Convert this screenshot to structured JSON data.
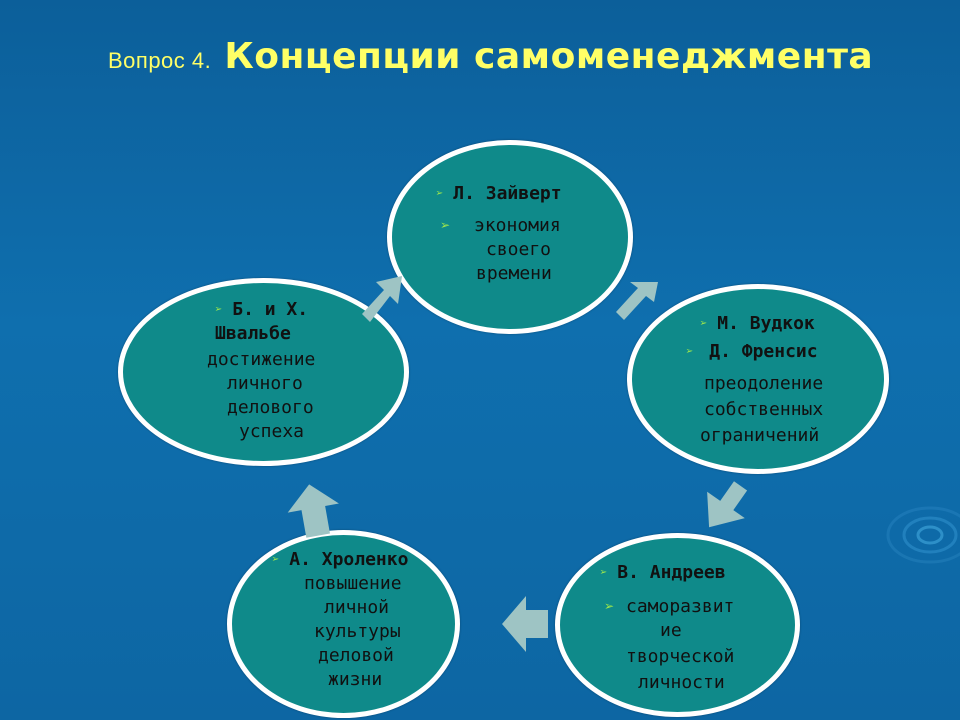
{
  "title": {
    "prefix": "Вопрос 4.",
    "main": "Концепции самоменеджмента"
  },
  "bullet_icon": "arrow-bullet-icon",
  "colors": {
    "background": "#0f6fae",
    "title": "#ffff66",
    "node_fill": "#0f8a8a",
    "node_border": "#ffffff",
    "arrow": "#9ec4c4",
    "bullet": "#9fe84b"
  },
  "nodes": {
    "top": {
      "author": "Л. Зайверт",
      "desc_lines": [
        "экономия",
        "своего",
        "времени"
      ]
    },
    "right": {
      "author1": "М. Вудкок",
      "author2": "Д. Френсис",
      "desc_lines": [
        "преодоление",
        "собственных",
        "ограничений"
      ]
    },
    "bottom_right": {
      "author": "В. Андреев",
      "desc_lines": [
        "саморазвит",
        "ие",
        "творческой",
        "личности"
      ]
    },
    "bottom_left": {
      "author": "А. Хроленко",
      "desc_lines": [
        "повышение",
        "личной",
        "культуры",
        "деловой",
        "жизни"
      ]
    },
    "left": {
      "author_line1": "Б. и Х.",
      "author_line2": "Швальбе",
      "desc_lines": [
        "достижение",
        "личного",
        "делового",
        "успеха"
      ]
    }
  }
}
